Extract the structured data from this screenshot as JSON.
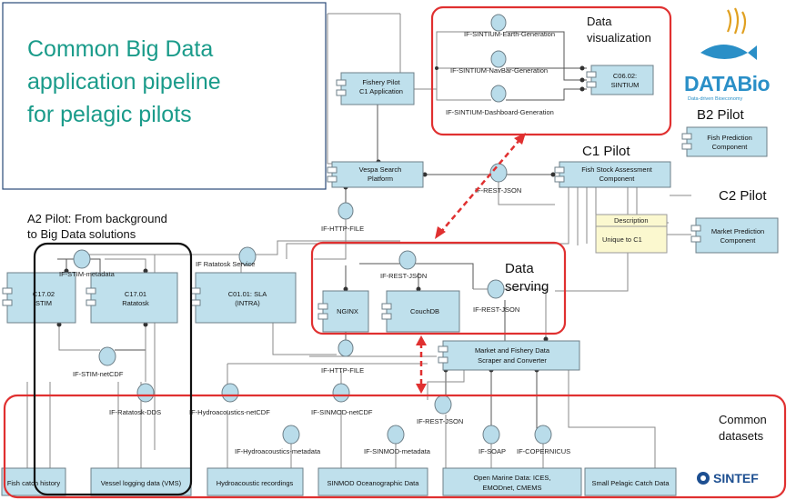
{
  "title": {
    "line1": "Common Big Data",
    "line2": "application pipeline",
    "line3": "for pelagic pilots"
  },
  "logo": {
    "text": "DATABio",
    "subtext": "Data-driven Bioeconomy"
  },
  "sintef": {
    "text": "SINTEF"
  },
  "pilots": {
    "b2": "B2 Pilot",
    "c1": "C1 Pilot",
    "c2": "C2 Pilot",
    "a2_line1": "A2 Pilot: From background",
    "a2_line2": "to Big Data solutions"
  },
  "regions": {
    "viz_line1": "Data",
    "viz_line2": "visualization",
    "serving_line1": "Data",
    "serving_line2": "serving",
    "common_line1": "Common",
    "common_line2": "datasets"
  },
  "components": {
    "fishery_pilot_1": "Fishery Pilot",
    "fishery_pilot_2": "C1 Application",
    "sintium_1": "C06.02:",
    "sintium_2": "SINTIUM",
    "fish_prediction_1": "Fish Prediction",
    "fish_prediction_2": "Component",
    "vespa_1": "Vespa Search",
    "vespa_2": "Platform",
    "fish_stock_1": "Fish Stock Assessment",
    "fish_stock_2": "Component",
    "market_prediction_1": "Market Prediction",
    "market_prediction_2": "Component",
    "stim_1": "C17.02",
    "stim_2": "STIM",
    "ratatosk_1": "C17.01",
    "ratatosk_2": "Ratatosk",
    "sla_1": "C01.01: SLA",
    "sla_2": "(INTRA)",
    "nginx": "NGINX",
    "couchdb": "CouchDB",
    "scraper_1": "Market and Fishery Data",
    "scraper_2": "Scraper and Converter"
  },
  "note": {
    "header": "Description",
    "body": "Unique to C1"
  },
  "interfaces": {
    "earth": "IF-SINTIUM-Earth-Generation",
    "navbar": "IF-SINTIUM-NavBar-Generation",
    "dashboard": "IF-SINTIUM-Dashboard-Generation",
    "rest_json_top": "IF-REST-JSON",
    "http_file_top": "IF-HTTP-FILE",
    "stim_metadata": "IF-STIM-metadata",
    "ratatosk_service": "IF Ratatosk Service",
    "rest_json_mid": "IF-REST-JSON",
    "rest_json_right": "IF-REST-JSON",
    "stim_netcdf": "IF-STIM-netCDF",
    "http_file_bottom": "IF-HTTP-FILE",
    "ratatosk_dds": "IF-Ratatosk-DDS",
    "hydro_netcdf": "IF-Hydroacoustics-netCDF",
    "sinmod_netcdf": "IF-SINMOD-netCDF",
    "rest_json_bottom": "IF-REST-JSON",
    "hydro_metadata": "IF-Hydroacoustics-metadata",
    "sinmod_metadata": "IF-SINMOD-metadata",
    "soap": "IF-SOAP",
    "copernicus": "IF-COPERNICUS"
  },
  "datasets": {
    "fish_catch": "Fish catch history",
    "vessel": "Vessel logging data (VMS)",
    "hydro": "Hydroacoustic recordings",
    "sinmod": "SINMOD Oceanographic Data",
    "open_marine_1": "Open Marine Data: ICES,",
    "open_marine_2": "EMODnet, CMEMS",
    "small_pelagic": "Small Pelagic Catch Data"
  },
  "colors": {
    "component_fill": "#bfe0ec",
    "title": "#1a9b8a",
    "highlight_red": "#e03030",
    "a2_box": "#111111"
  }
}
